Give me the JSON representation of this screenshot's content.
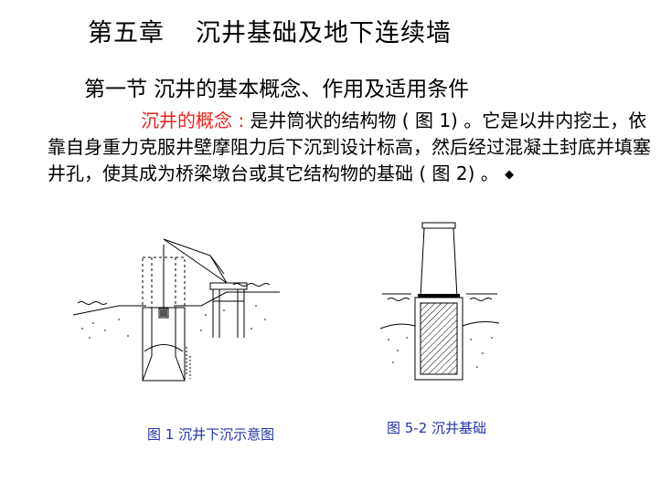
{
  "chapter": {
    "label": "第五章",
    "title": "沉井基础及地下连续墙"
  },
  "section": {
    "title": "第一节  沉井的基本概念、作用及适用条件"
  },
  "definition": {
    "term": "沉井的概念 : ",
    "body": "是井筒状的结构物 ( 图 1) 。它是以井内挖土，依靠自身重力克服井壁摩阻力后下沉到设计标高，然后经过混凝土封底并填塞井孔，使其成为桥梁墩台或其它结构物的基础 ( 图 2) 。",
    "marker": "◆"
  },
  "figures": [
    {
      "caption": "图 1   沉井下沉示意图"
    },
    {
      "caption": "图 5-2   沉井基础"
    }
  ],
  "colors": {
    "term": "#e8231f",
    "caption": "#2233aa",
    "text": "#000000"
  }
}
